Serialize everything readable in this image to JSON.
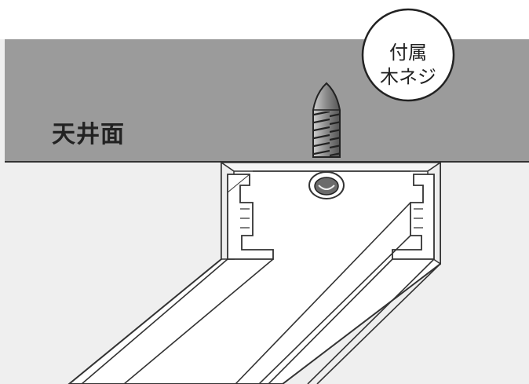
{
  "ceiling_label": "天井面",
  "screw_callout": {
    "line1": "付属",
    "line2": "木ネジ"
  },
  "colors": {
    "ceiling": "#9b9b9b",
    "background": "#efefef",
    "rail": "#ffffff",
    "outline": "#333333"
  },
  "icons": [
    "wood-screw-icon",
    "callout-bubble-icon",
    "lighting-rail-icon"
  ]
}
